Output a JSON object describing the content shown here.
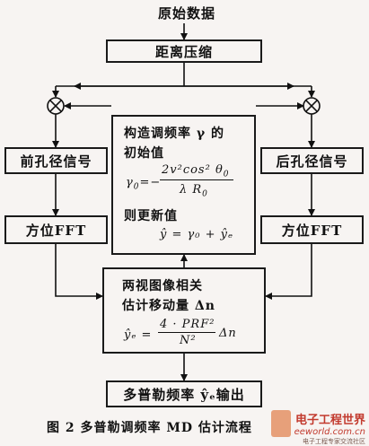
{
  "diagram": {
    "title_top": "原始数据",
    "range_compression": "距离压缩",
    "front_aperture": "前孔径信号",
    "back_aperture": "后孔径信号",
    "azimuth_fft_left": "方位FFT",
    "azimuth_fft_right": "方位FFT",
    "center": {
      "line1": "构造调频率 γ 的",
      "line2": "初始值",
      "formula1_lhs": "γ",
      "formula1_sub": "0",
      "formula1_eq": "=−",
      "formula1_num": "2v²cos² θ",
      "formula1_num_sub": "0",
      "formula1_den": "λ R",
      "formula1_den_sub": "0",
      "line3": "则更新值",
      "formula2": "ŷ = γ₀ + ŷₑ"
    },
    "correlation": {
      "line1": "两视图像相关",
      "line2": "估计移动量 Δn",
      "formula_lhs": "ŷₑ =",
      "formula_num": "4 · PRF²",
      "formula_den": "N²",
      "formula_rhs": "Δn"
    },
    "output": "多普勒频率 ŷₑ输出"
  },
  "caption": "图 2   多普勒调频率 MD 估计流程",
  "watermark": {
    "name": "电子工程世界",
    "url": "eeworld.com.cn",
    "sub": "电子工程专家交流社区"
  }
}
